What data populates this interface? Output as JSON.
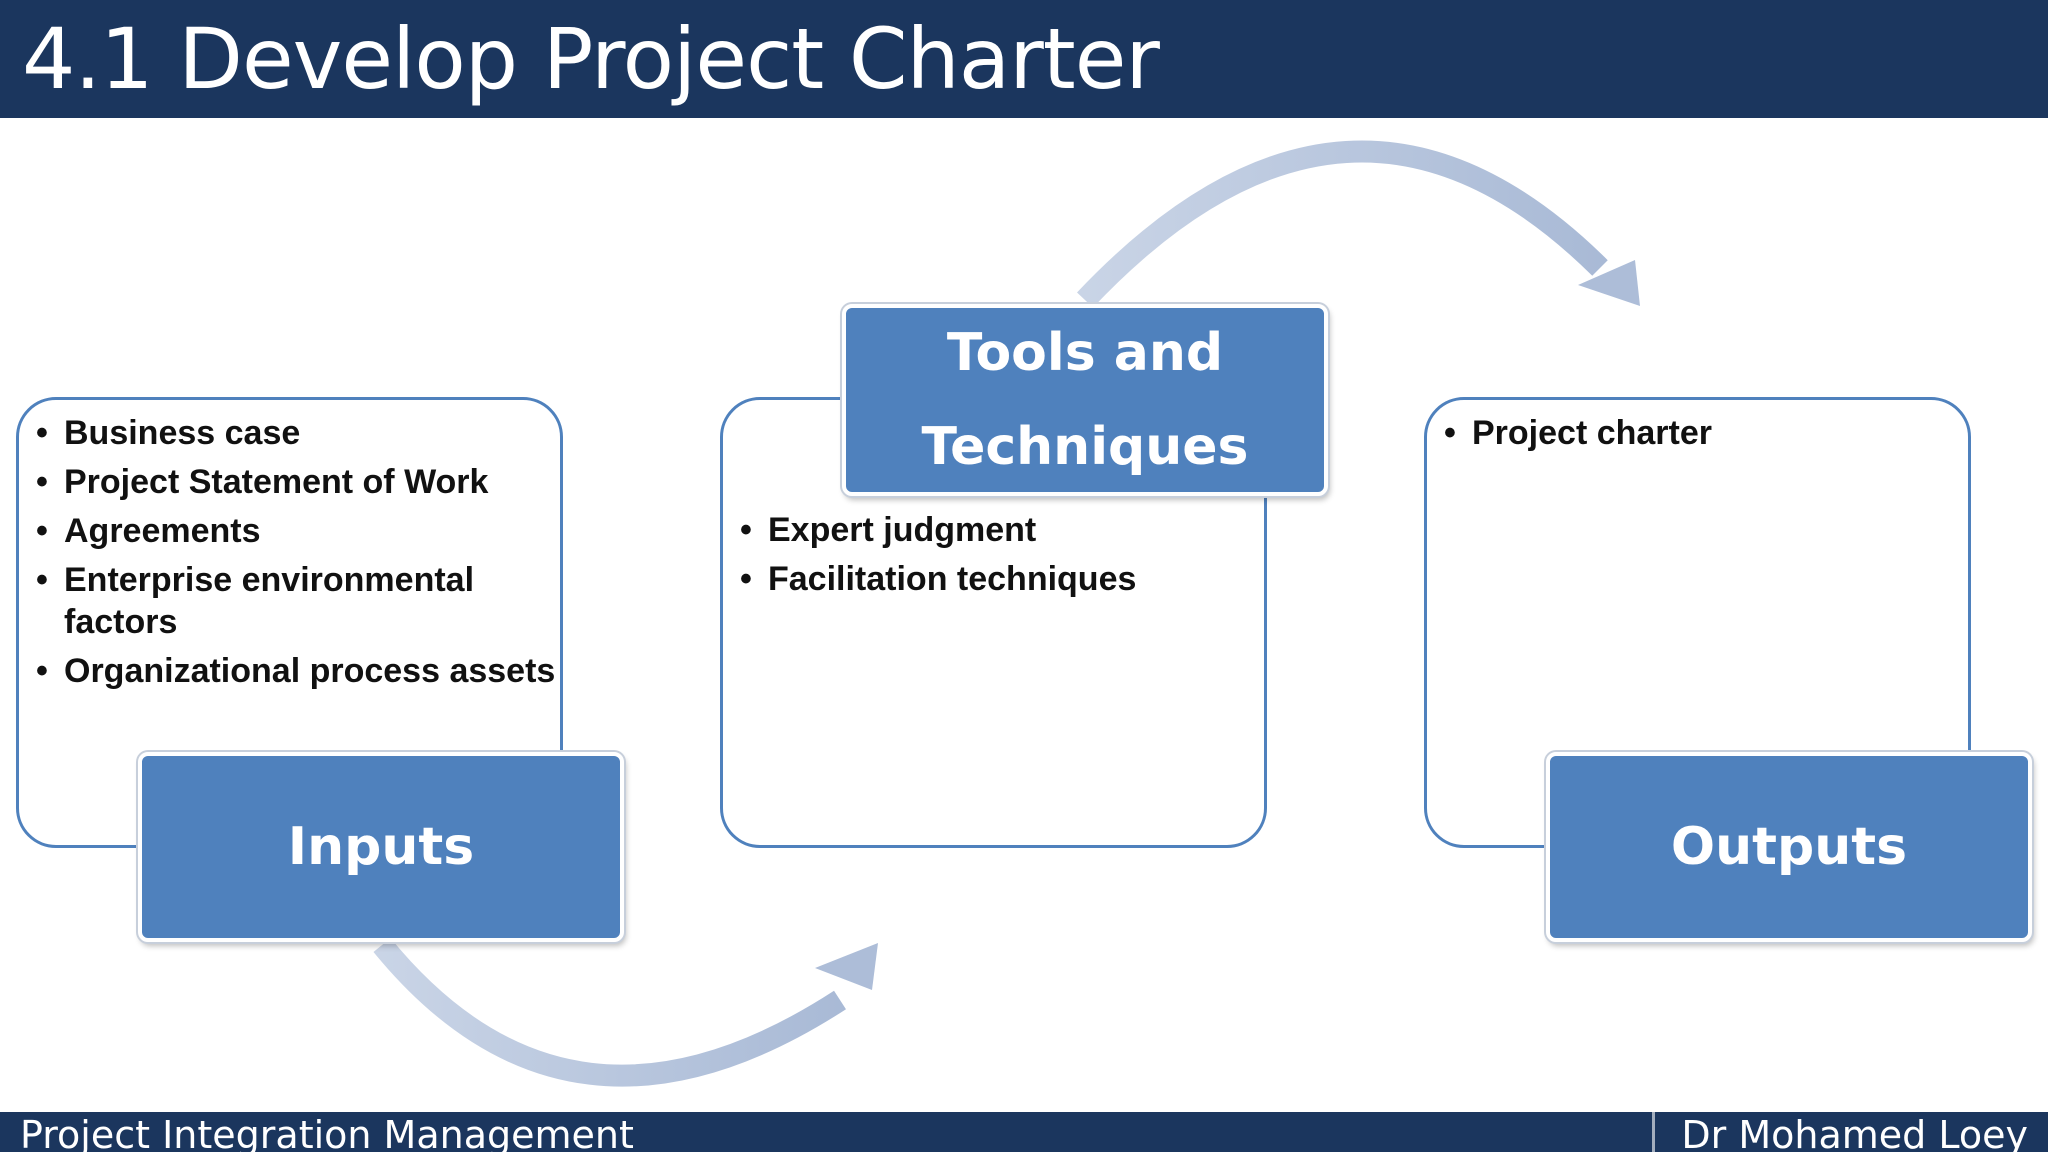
{
  "title": "4.1 Develop Project Charter",
  "footer": {
    "left": "Project Integration Management",
    "right": "Dr Mohamed Loey"
  },
  "inputs": {
    "label": "Inputs",
    "items": [
      "Business case",
      "Project Statement of Work",
      "Agreements",
      "Enterprise environmental factors",
      "Organizational process assets"
    ]
  },
  "tools": {
    "label": "Tools and\nTechniques",
    "items": [
      "Expert judgment",
      "Facilitation techniques"
    ]
  },
  "outputs": {
    "label": "Outputs",
    "items": [
      "Project charter"
    ]
  },
  "colors": {
    "title_bar": "#1b365e",
    "label_fill": "#4f81bd",
    "box_border": "#4f81bd",
    "arrow": "#b4c3dc"
  }
}
